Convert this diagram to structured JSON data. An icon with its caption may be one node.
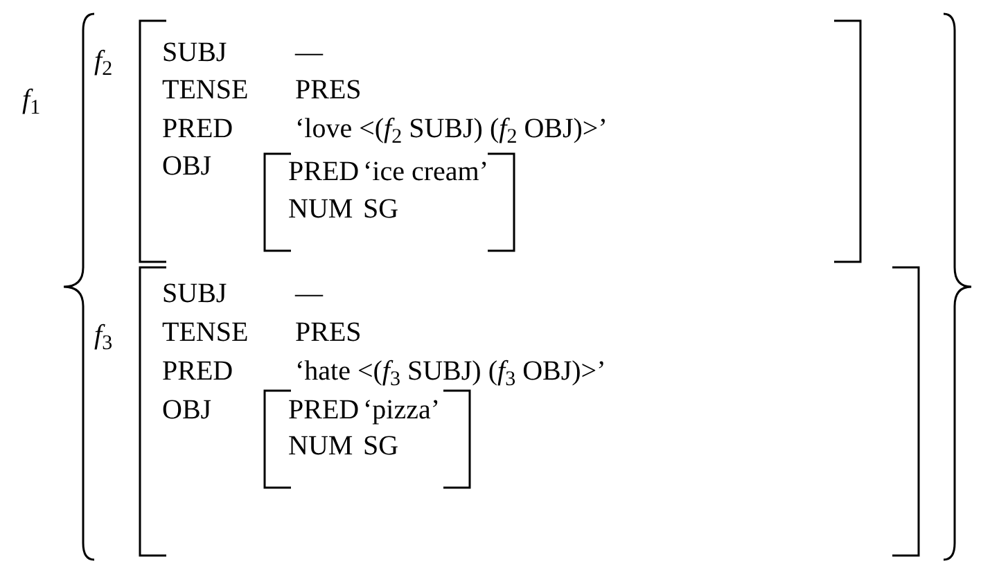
{
  "diagram": {
    "nodes": [
      {
        "text": [
          "*f*$_{1}$"
        ]
      },
      {
        "text": [
          "*f*$_{2}$",
          "SUBJ",
          "—",
          "TENSE",
          "PRES",
          "PRED",
          "‘love <(*f*$_{2}$ SUBJ) (*f*$_{2}$ OBJ)>’",
          "OBJ"
        ],
        "in": 0
      },
      {
        "text": [
          "PRED",
          "‘ice cream’",
          "NUM",
          "SG"
        ],
        "in": 1
      },
      {
        "text": [
          "*f*$_{3}$",
          "SUBJ",
          "—",
          "TENSE",
          "PRES",
          "PRED",
          "‘hate <(*f*$_{3}$ SUBJ) (*f*$_{3}$ OBJ)>’",
          "OBJ"
        ],
        "in": 0
      },
      {
        "text": [
          "PRED",
          "‘pizza’",
          "NUM",
          "SG"
        ],
        "in": 3
      }
    ]
  }
}
